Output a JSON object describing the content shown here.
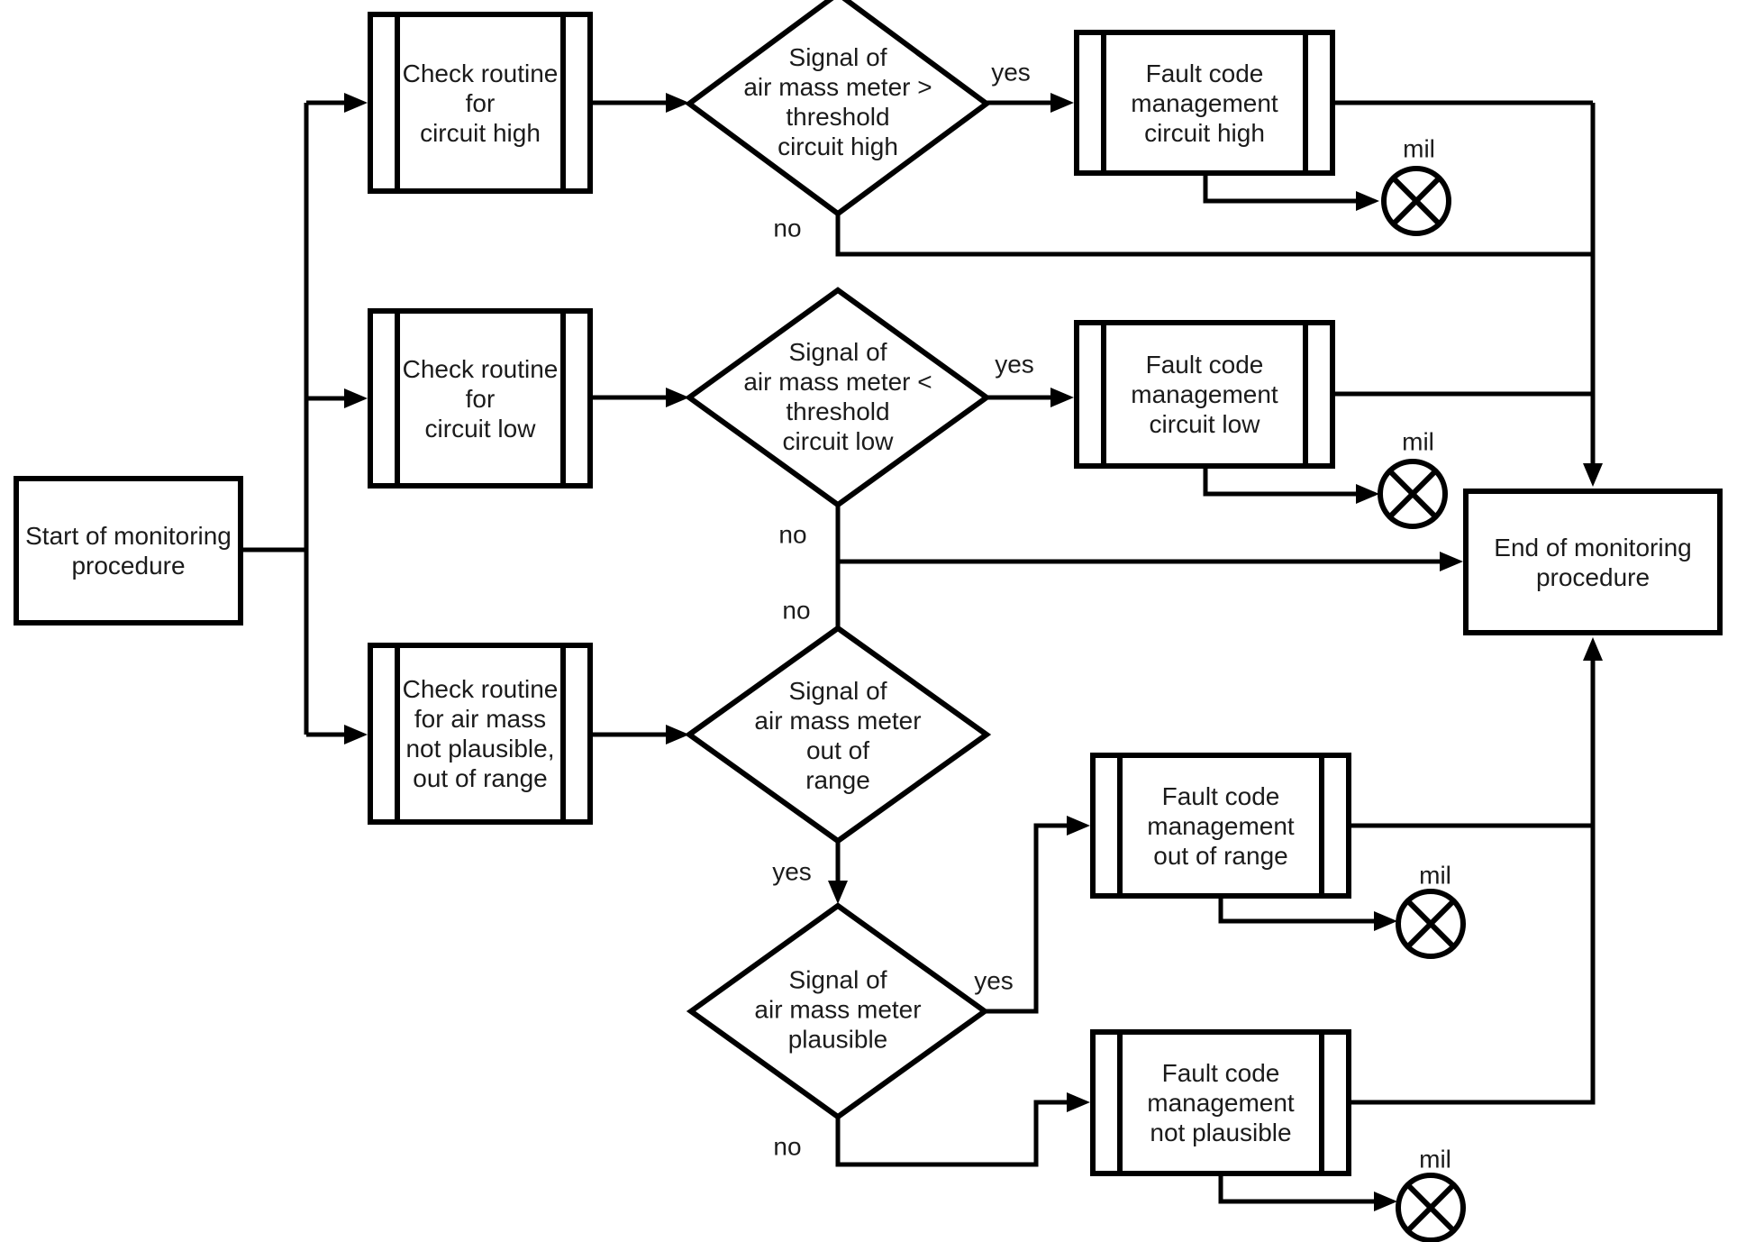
{
  "nodes": {
    "start": {
      "label": "Start of monitoring\nprocedure"
    },
    "check_high": {
      "label": "Check routine\nfor\ncircuit high"
    },
    "check_low": {
      "label": "Check routine\nfor\ncircuit low"
    },
    "check_plausible": {
      "label": "Check routine\nfor air mass\nnot plausible,\nout of range"
    },
    "dec_high": {
      "label": "Signal of\nair mass meter >\nthreshold\ncircuit high"
    },
    "dec_low": {
      "label": "Signal of\nair mass meter <\nthreshold\ncircuit low"
    },
    "dec_range": {
      "label": "Signal of\nair mass meter\nout of\nrange"
    },
    "dec_plausible": {
      "label": "Signal of\nair mass meter\nplausible"
    },
    "fault_high": {
      "label": "Fault code\nmanagement\ncircuit high"
    },
    "fault_low": {
      "label": "Fault code\nmanagement\ncircuit low"
    },
    "fault_range": {
      "label": "Fault code\nmanagement\nout of range"
    },
    "fault_plausible": {
      "label": "Fault code\nmanagement\nnot plausible"
    },
    "end": {
      "label": "End of monitoring\nprocedure"
    }
  },
  "edge_labels": {
    "dec_high_yes": "yes",
    "dec_high_no": "no",
    "dec_low_yes": "yes",
    "dec_low_no": "no",
    "dec_range_no": "no",
    "dec_range_yes": "yes",
    "dec_plausible_yes": "yes",
    "dec_plausible_no": "no"
  },
  "lamp_label": "mil",
  "colors": {
    "line": "#000000",
    "text": "#1b1b1b",
    "background": "#ffffff"
  }
}
